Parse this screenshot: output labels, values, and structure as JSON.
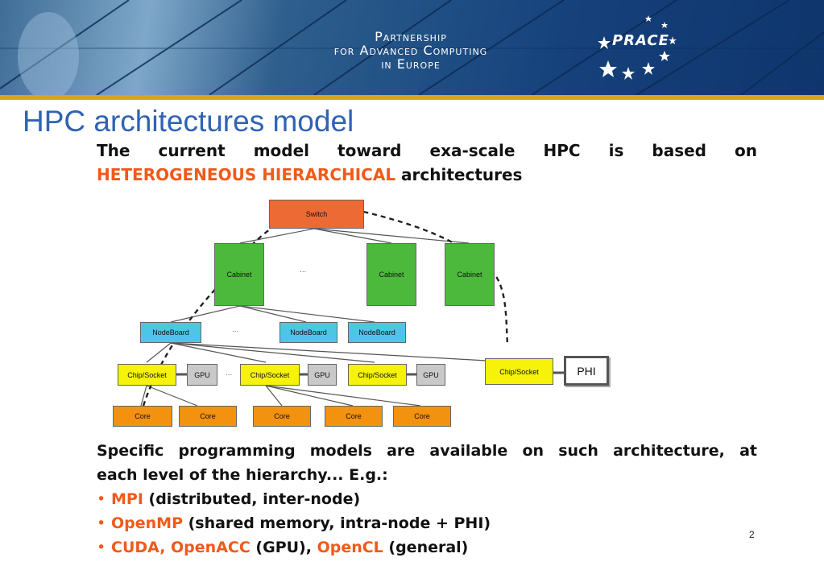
{
  "header": {
    "org_lines": [
      "Partnership",
      "for Advanced Computing",
      "in Europe"
    ],
    "logo_text": "PRACE"
  },
  "slide": {
    "title": "HPC architectures model",
    "intro_line1": "The current model toward exa-scale HPC is based on",
    "intro_accent": "HETEROGENEOUS HIERARCHICAL",
    "intro_rest": " architectures",
    "page_number": "2"
  },
  "diagram": {
    "switch": "Switch",
    "cabinets": [
      "Cabinet",
      "Cabinet",
      "Cabinet"
    ],
    "nodes": [
      "NodeBoard",
      "NodeBoard",
      "NodeBoard"
    ],
    "chips": [
      "Chip/Socket",
      "Chip/Socket",
      "Chip/Socket",
      "Chip/Socket"
    ],
    "gpus": [
      "GPU",
      "GPU",
      "GPU"
    ],
    "phi": "PHI",
    "cores": [
      "Core",
      "Core",
      "Core",
      "Core",
      "Core"
    ],
    "ellipsis": "..."
  },
  "body": {
    "para_line1": "Specific programming models are available on such architecture, at",
    "para_line2": "each level of the hierarchy... E.g.:",
    "bullets": [
      {
        "accent": "MPI",
        "rest": " (distributed, inter-node)"
      },
      {
        "accent": "OpenMP",
        "rest": " (shared memory, intra-node + PHI)"
      },
      {
        "accent": "CUDA, OpenACC",
        "mid": " (GPU), ",
        "accent2": "OpenCL",
        "rest": " (general)"
      }
    ],
    "bullet_char": "•"
  },
  "colors": {
    "title": "#2f63b3",
    "accent": "#f05a1a",
    "banner": "#1f4f84",
    "gold_line": "#d9a21b"
  }
}
